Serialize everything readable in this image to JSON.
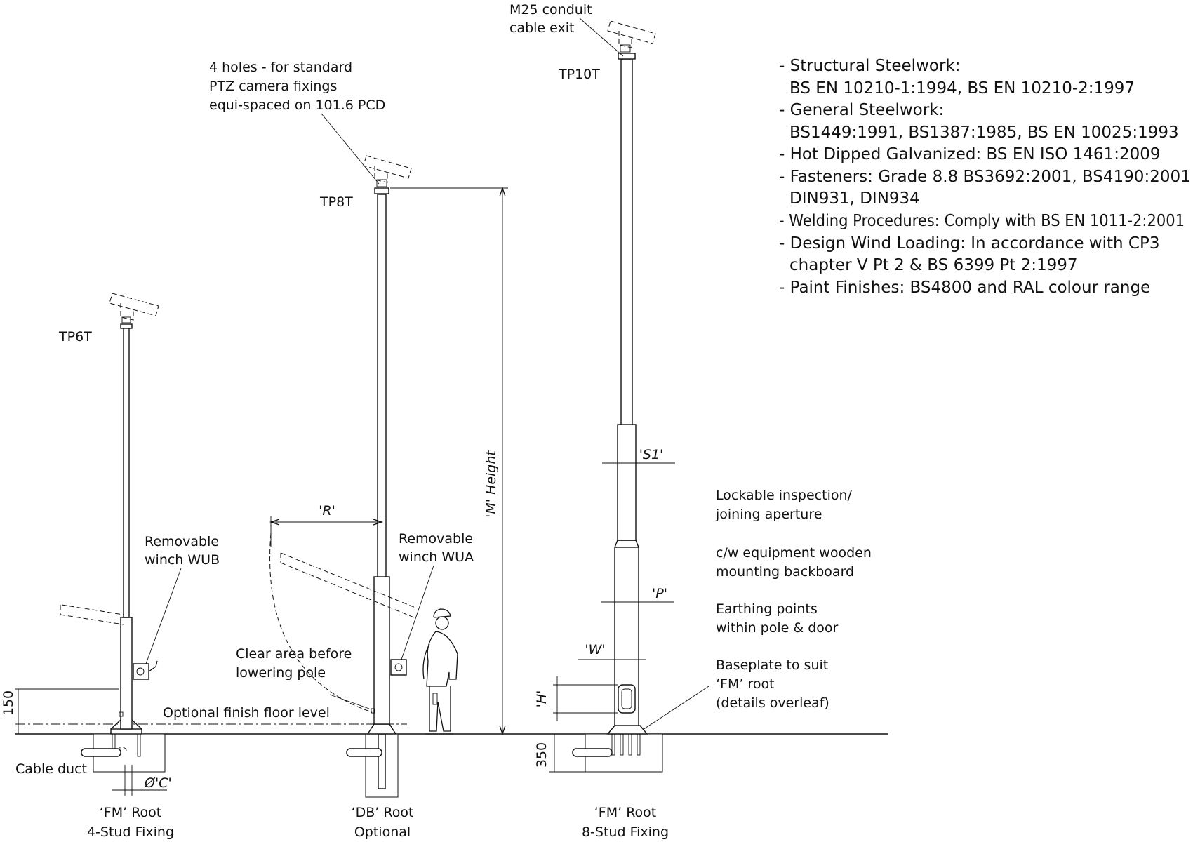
{
  "poles": {
    "tp6t": "TP6T",
    "tp8t": "TP8T",
    "tp10t": "TP10T"
  },
  "labels": {
    "m25_line1": "M25 conduit",
    "m25_line2": "cable exit",
    "holes_line1": "4 holes - for standard",
    "holes_line2": "PTZ camera fixings",
    "holes_line3": "equi-spaced on 101.6 PCD",
    "winch_wub_line1": "Removable",
    "winch_wub_line2": "winch WUB",
    "winch_wua_line1": "Removable",
    "winch_wua_line2": "winch WUA",
    "clear_line1": "Clear area before",
    "clear_line2": "lowering pole",
    "floor": "Optional finish floor level",
    "cable_duct": "Cable duct",
    "aperture_line1": "Lockable inspection/",
    "aperture_line2": "joining aperture",
    "backboard_line1": "c/w equipment wooden",
    "backboard_line2": "mounting backboard",
    "earthing_line1": "Earthing points",
    "earthing_line2": "within pole & door",
    "baseplate_line1": "Baseplate to suit",
    "baseplate_line2": "‘FM’ root",
    "baseplate_line3": "(details overleaf)"
  },
  "dimensions": {
    "m_height": "'M' Height",
    "r": "'R'",
    "s1": "'S1'",
    "p": "'P'",
    "w": "'W'",
    "h": "'H'",
    "c": "Ø'C'",
    "d150": "150",
    "d350": "350"
  },
  "roots": {
    "fm4_line1": "‘FM’ Root",
    "fm4_line2": "4-Stud Fixing",
    "db_line1": "‘DB’ Root",
    "db_line2": "Optional",
    "fm8_line1": "‘FM’ Root",
    "fm8_line2": "8-Stud Fixing"
  },
  "specs": [
    "- Structural Steelwork:",
    "BS EN 10210-1:1994, BS EN 10210-2:1997",
    "- General Steelwork:",
    "BS1449:1991, BS1387:1985, BS EN 10025:1993",
    "- Hot Dipped Galvanized: BS EN ISO 1461:2009",
    "- Fasteners: Grade 8.8 BS3692:2001, BS4190:2001",
    "DIN931, DIN934",
    "- Welding Procedures: Comply with BS EN 1011-2:2001",
    "- Design Wind Loading: In accordance with CP3",
    "chapter V Pt 2 & BS 6399 Pt 2:1997",
    "- Paint Finishes: BS4800 and RAL colour range"
  ]
}
